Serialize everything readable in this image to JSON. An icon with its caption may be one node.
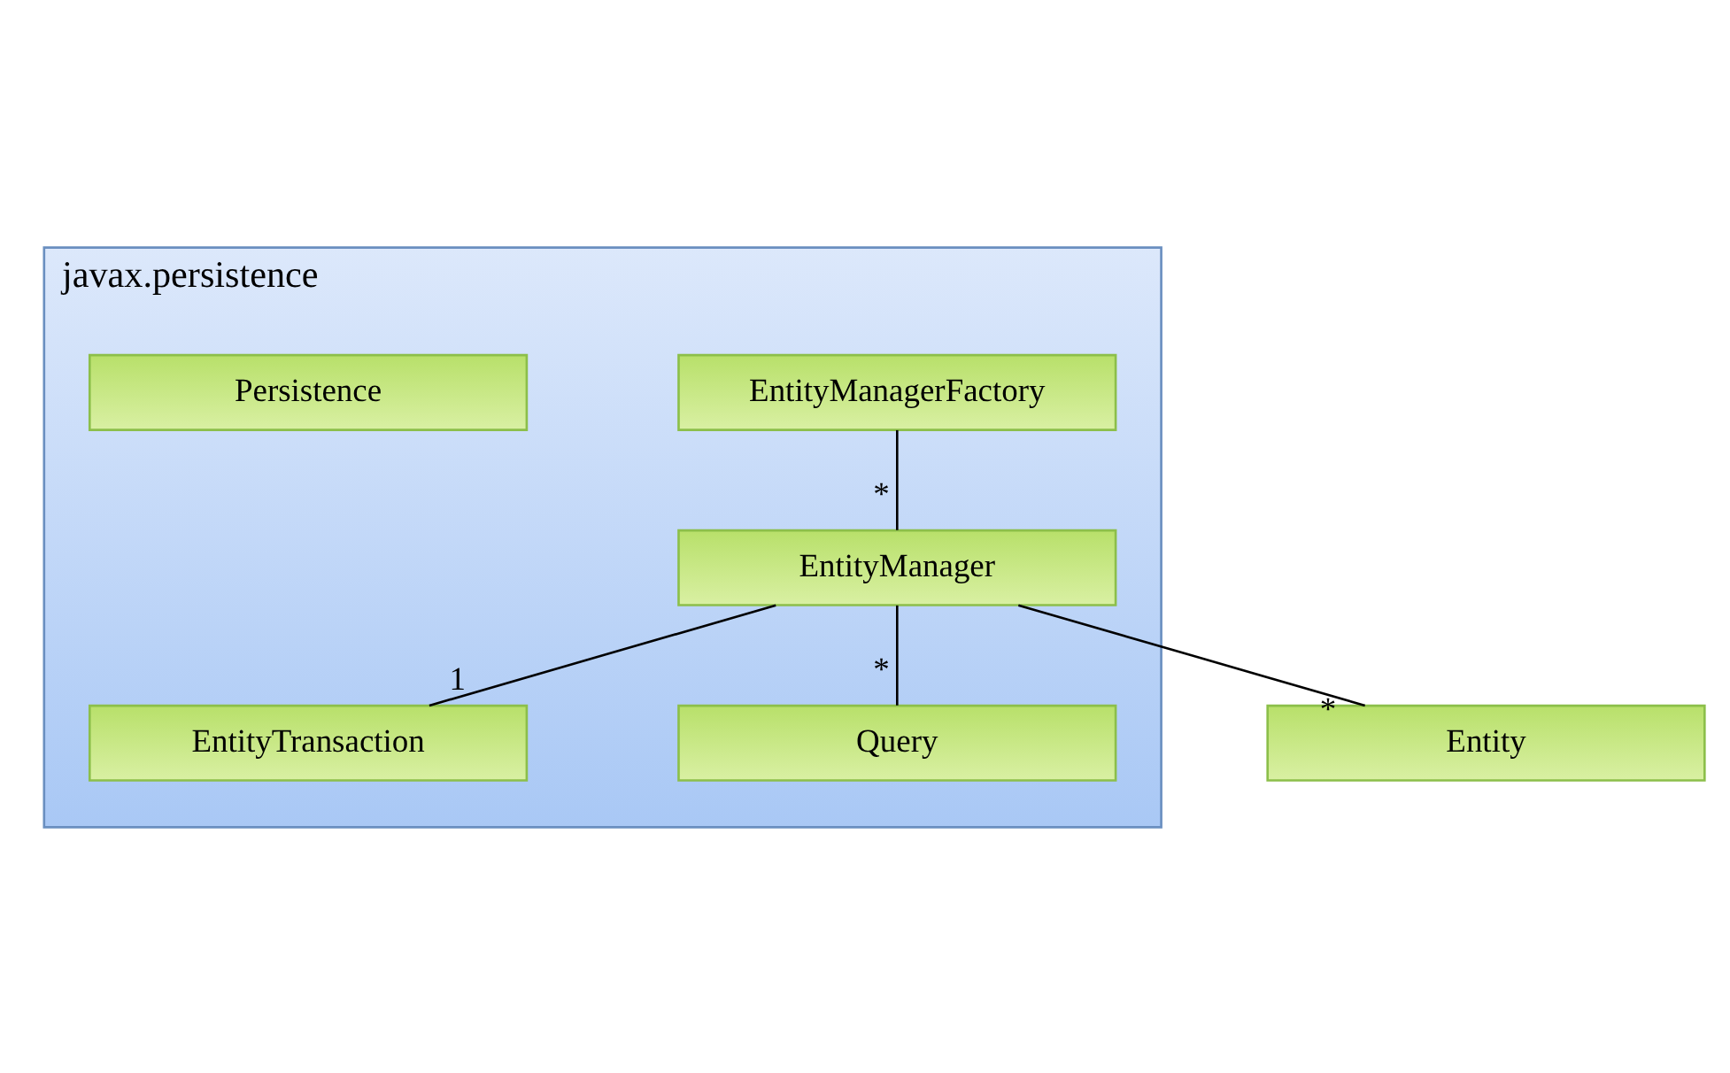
{
  "diagram": {
    "nodes": [
      {
        "text": [
          "javax.persistence"
        ]
      },
      {
        "text": [
          "EntityManagerFactory"
        ],
        "in": 0
      },
      {
        "text": [
          "EntityTransaction"
        ],
        "in": 0
      },
      {
        "text": [
          "EntityManager"
        ],
        "in": 0
      },
      {
        "text": [
          "Query"
        ],
        "in": 0
      },
      {
        "text": [
          "Persistence"
        ],
        "in": 0
      },
      {
        "text": [
          "Entity"
        ]
      }
    ],
    "edges": [
      {
        "from": 1,
        "to": 3,
        "arrow": "none",
        "label": "*"
      },
      {
        "from": 3,
        "to": 2,
        "arrow": "none",
        "label": "1"
      },
      {
        "from": 3,
        "to": 4,
        "arrow": "none",
        "label": "*"
      },
      {
        "from": 3,
        "to": 6,
        "arrow": "none",
        "label": "*"
      }
    ]
  }
}
